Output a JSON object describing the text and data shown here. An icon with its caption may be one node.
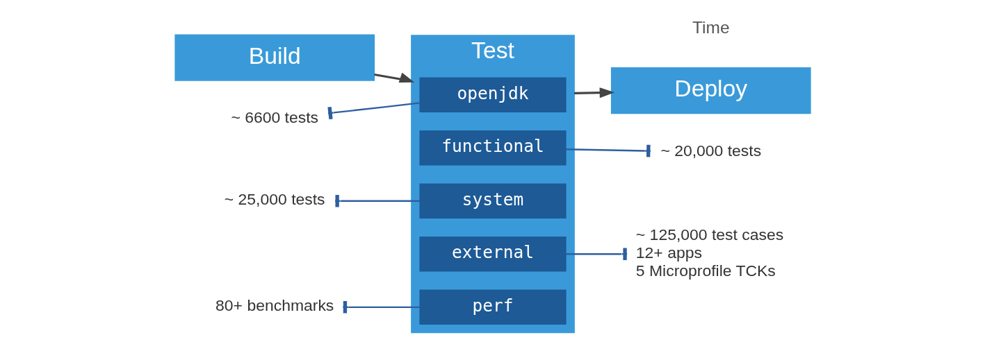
{
  "diagram": {
    "nodes": [
      {
        "text": [
          "Build"
        ]
      },
      {
        "text": [
          "Test"
        ]
      },
      {
        "text": [
          "openjdk"
        ],
        "in": 1
      },
      {
        "text": [
          "functional"
        ],
        "in": 1
      },
      {
        "text": [
          "system"
        ],
        "in": 1
      },
      {
        "text": [
          "external"
        ],
        "in": 1
      },
      {
        "text": [
          "perf"
        ],
        "in": 1
      },
      {
        "text": [
          "Deploy"
        ]
      },
      {
        "text": [
          "~ 6600 tests"
        ]
      },
      {
        "text": [
          "~ 20,000 tests"
        ]
      },
      {
        "text": [
          "~ 25,000 tests"
        ]
      },
      {
        "text": [
          "~ 125,000 test cases",
          "12+ apps",
          "5 Microprofile TCKs"
        ]
      },
      {
        "text": [
          "80+ benchmarks"
        ]
      }
    ],
    "edges": [
      {
        "from": 0,
        "to": 1,
        "arrow": "to",
        "color": "#444444"
      },
      {
        "from": 1,
        "to": 7,
        "arrow": "to",
        "color": "#444444"
      },
      {
        "from": 8,
        "to": 2,
        "arrow": "other",
        "color": "#2d5fa0"
      },
      {
        "from": 3,
        "to": 9,
        "arrow": "other",
        "color": "#2d5fa0"
      },
      {
        "from": 10,
        "to": 4,
        "arrow": "other",
        "color": "#2d5fa0"
      },
      {
        "from": 5,
        "to": 11,
        "arrow": "other",
        "color": "#2d5fa0"
      },
      {
        "from": 12,
        "to": 6,
        "arrow": "other",
        "color": "#2d5fa0"
      }
    ],
    "labels": [
      "Time"
    ]
  }
}
